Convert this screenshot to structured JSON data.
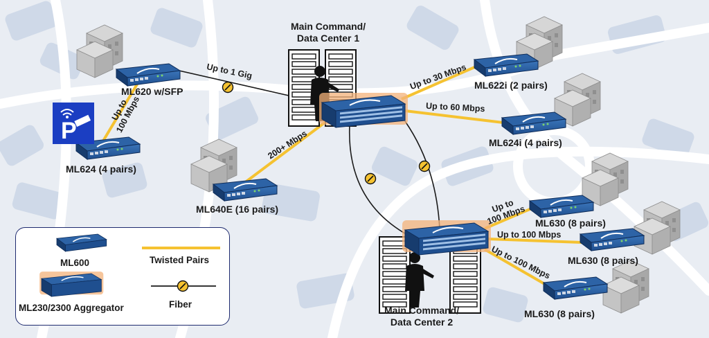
{
  "colors": {
    "twisted_pair": "#f5c231",
    "fiber": "#1a1a1a",
    "device_blue": "#1f4f8f",
    "aggregator_glow": "#f3b27a",
    "parking_blue": "#1b3ec2",
    "legend_border": "#1e2a6e"
  },
  "data_centers": {
    "dc1": "Main Command/\nData Center 1",
    "dc2": "Main Command/\nData Center 2"
  },
  "devices": {
    "ml620": "ML620 w/SFP",
    "ml624": "ML624 (4 pairs)",
    "ml640e": "ML640E (16 pairs)",
    "ml622i": "ML622i (2 pairs)",
    "ml624i": "ML624i (4 pairs)",
    "ml630_a": "ML630 (8 pairs)",
    "ml630_b": "ML630 (8 pairs)",
    "ml630_c": "ML630 (8 pairs)"
  },
  "links": {
    "up_to_1_gig": "Up to 1 Gig",
    "up_to_100_ml624": "Up to\n100 Mbps",
    "up_to_200": "200+ Mbps",
    "up_to_30": "Up to 30 Mbps",
    "up_to_60": "Up to 60 Mbps",
    "up_to_100_a": "Up to\n100 Mbps",
    "up_to_100_b": "Up to 100 Mbps",
    "up_to_100_c": "Up to 100 Mbps"
  },
  "legend": {
    "ml600": "ML600",
    "aggregator": "ML230/2300 Aggregator",
    "twisted_pairs": "Twisted Pairs",
    "fiber": "Fiber"
  },
  "icons": {
    "parking": "parking-camera-wifi-icon",
    "building": "building-icon",
    "server": "server-rack-icon",
    "person": "person-icon",
    "fiber_node": "fiber-node-icon"
  }
}
